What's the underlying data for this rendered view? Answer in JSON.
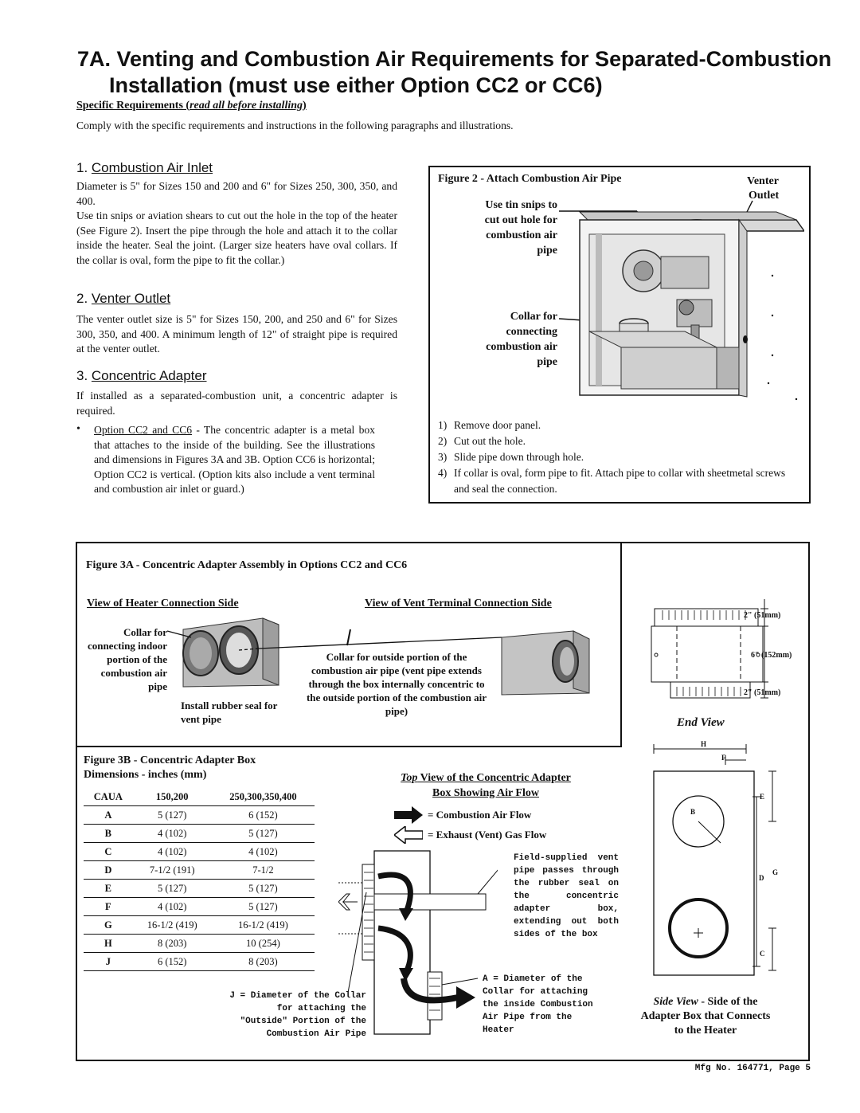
{
  "title": {
    "line1": "7A. Venting and Combustion Air Requirements for Separated-Combustion",
    "line2": "Installation (must use either Option CC2 or CC6)"
  },
  "requirements": {
    "heading": "Specific Requirements (",
    "heading_italic": "read all before installing",
    "heading_end": ")",
    "body": "Comply with the specific requirements and instructions in the following paragraphs and illustrations."
  },
  "section1": {
    "number": "1. ",
    "title": "Combustion Air Inlet",
    "p1": "Diameter is 5\" for Sizes 150 and 200 and 6\" for Sizes 250, 300, 350, and 400.",
    "p2": "Use tin snips or aviation shears to cut out the hole in the top of the heater (See Figure 2). Insert the pipe through the hole and attach it to the collar inside the heater. Seal the joint. (Larger size heaters have oval collars. If the collar is oval, form the pipe to fit the collar.)"
  },
  "section2": {
    "number": "2. ",
    "title": "Venter Outlet",
    "p1": "The venter outlet size is 5\" for Sizes 150, 200, and 250 and 6\" for Sizes 300, 350, and 400. A minimum length of 12\" of straight pipe is required at the venter outlet."
  },
  "section3": {
    "number": "3. ",
    "title": "Concentric Adapter",
    "p1": "If installed as a separated-combustion unit, a concentric adapter is required.",
    "bullet_lead": "Option CC2 and CC6",
    "bullet_text": " - The concentric adapter is a metal box that attaches to the inside of the building. See the illustrations and dimensions in Figures 3A and 3B. Option CC6 is horizontal; Option CC2 is vertical. (Option kits also include a vent terminal and combustion air inlet or guard.)"
  },
  "figure2": {
    "title": "Figure 2 - Attach Combustion Air Pipe",
    "callout1": "Use tin snips to cut out hole for combustion air pipe",
    "callout2": "Collar for connecting combustion air pipe",
    "venter1": "Venter",
    "venter2": "Outlet",
    "steps": [
      {
        "n": "1)",
        "text": "Remove door panel."
      },
      {
        "n": "2)",
        "text": "Cut out the hole."
      },
      {
        "n": "3)",
        "text": "Slide pipe down through hole."
      },
      {
        "n": "4)",
        "text": "If collar is oval, form pipe to fit. Attach pipe to collar with sheetmetal screws and seal the connection."
      }
    ]
  },
  "figure3a": {
    "title": "Figure 3A - Concentric Adapter Assembly in Options CC2 and CC6",
    "view_heater": "View of Heater Connection Side",
    "view_vent": "View of Vent Terminal Connection Side",
    "collar_indoor": "Collar for connecting indoor portion of the combustion air pipe",
    "rubber_seal": "Install rubber seal for vent pipe",
    "collar_outside": "Collar for outside portion of the combustion air pipe (vent pipe extends through the box internally concentric to the outside portion of the combustion air pipe)"
  },
  "end_view": {
    "dim_top": "2\" (51mm)",
    "dim_mid": "6\" (152mm)",
    "dim_bot": "2\" (51mm)",
    "label": "End View"
  },
  "figure3b": {
    "title1": "Figure 3B - Concentric Adapter Box",
    "title2": "Dimensions - inches (mm)",
    "headers": [
      "CAUA",
      "150,200",
      "250,300,350,400"
    ],
    "rows": [
      [
        "A",
        "5 (127)",
        "6 (152)"
      ],
      [
        "B",
        "4 (102)",
        "5 (127)"
      ],
      [
        "C",
        "4 (102)",
        "4 (102)"
      ],
      [
        "D",
        "7-1/2 (191)",
        "7-1/2"
      ],
      [
        "E",
        "5 (127)",
        "5 (127)"
      ],
      [
        "F",
        "4 (102)",
        "5 (127)"
      ],
      [
        "G",
        "16-1/2 (419)",
        "16-1/2 (419)"
      ],
      [
        "H",
        "8 (203)",
        "10 (254)"
      ],
      [
        "J",
        "6 (152)",
        "8 (203)"
      ]
    ]
  },
  "top_view": {
    "title_italic": "Top",
    "title_rest": " View of the Concentric Adapter",
    "title2": "Box Showing Air Flow",
    "legend_air": "= Combustion Air Flow",
    "legend_exhaust": "= Exhaust (Vent) Gas Flow",
    "note_field": "Field-supplied vent pipe passes through the rubber seal on the concentric adapter box, extending out both sides of the box",
    "note_a": "A = Diameter of the Collar for attaching the inside Combustion Air Pipe from the Heater",
    "note_j": "J = Diameter of the Collar for attaching the \"Outside\" Portion of the Combustion Air Pipe"
  },
  "side_view": {
    "letters": {
      "H": "H",
      "F": "F",
      "E": "E",
      "B": "B",
      "D": "D",
      "G": "G",
      "C": "C"
    },
    "caption_italic": "Side View",
    "caption_rest": " - Side of the",
    "caption2": "Adapter Box that Connects",
    "caption3": "to the Heater"
  },
  "footer": "Mfg No. 164771, Page 5"
}
